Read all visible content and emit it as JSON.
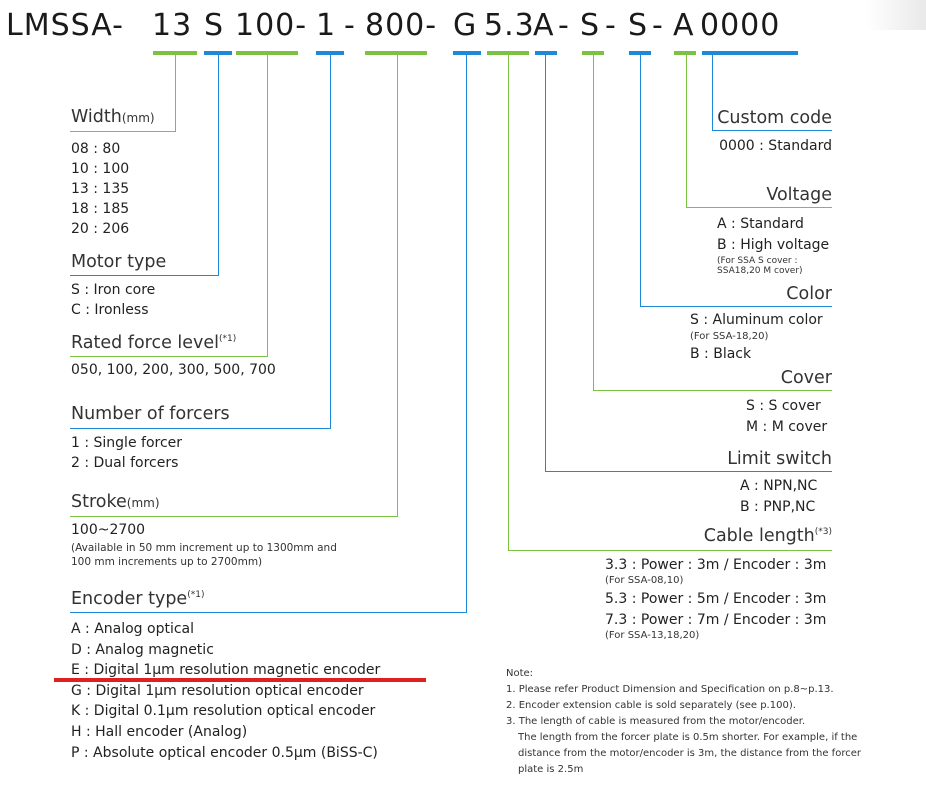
{
  "code_parts": [
    "LMSSA-",
    "13",
    "S",
    "100-",
    "1",
    "-",
    "800-",
    "G",
    "5.3",
    "A",
    "-",
    "S",
    "-",
    "S",
    "-",
    "A",
    "0000"
  ],
  "sections": {
    "width": {
      "title": "Width",
      "unit": "(mm)",
      "items": [
        "08 : 80",
        "10 : 100",
        "13 : 135",
        "18 : 185",
        "20 : 206"
      ]
    },
    "motor_type": {
      "title": "Motor type",
      "items": [
        "S : Iron core",
        "C : Ironless"
      ]
    },
    "rated_force": {
      "title": "Rated force level",
      "sup": "(*1)",
      "items": [
        "050, 100, 200, 300, 500, 700"
      ]
    },
    "forcers": {
      "title": "Number of forcers",
      "items": [
        "1 : Single forcer",
        "2 : Dual forcers"
      ]
    },
    "stroke": {
      "title": "Stroke",
      "unit": "(mm)",
      "value": "100~2700",
      "note1": "(Available in 50 mm increment up to 1300mm and",
      "note2": "100 mm increments up to 2700mm)"
    },
    "encoder": {
      "title": "Encoder type",
      "sup": "(*1)",
      "items": [
        "A : Analog optical",
        "D : Analog magnetic",
        "E : Digital 1μm resolution magnetic encoder",
        "G : Digital 1μm resolution optical encoder",
        "K : Digital 0.1μm resolution optical encoder",
        "H : Hall encoder (Analog)",
        "P : Absolute optical encoder 0.5μm (BiSS-C)"
      ]
    },
    "custom": {
      "title": "Custom code",
      "items": [
        "0000 : Standard"
      ]
    },
    "voltage": {
      "title": "Voltage",
      "items": [
        "A : Standard",
        "B : High voltage"
      ],
      "sub1": "(For SSA S cover :",
      "sub2": "SSA18,20  M cover)"
    },
    "color": {
      "title": "Color",
      "items": [
        "S : Aluminum color",
        "B : Black"
      ],
      "sub1": "(For SSA-18,20)"
    },
    "cover": {
      "title": "Cover",
      "items": [
        "S : S cover",
        "M : M cover"
      ]
    },
    "limit": {
      "title": "Limit switch",
      "items": [
        "A : NPN,NC",
        "B : PNP,NC"
      ]
    },
    "cable": {
      "title": "Cable length",
      "sup": "(*3)",
      "items": [
        "3.3 : Power : 3m / Encoder : 3m",
        "5.3 : Power : 5m / Encoder : 3m",
        "7.3 : Power : 7m / Encoder : 3m"
      ],
      "sub1": "(For SSA-08,10)",
      "sub2": "(For SSA-13,18,20)"
    }
  },
  "notes": {
    "heading": "Note:",
    "lines": [
      "1. Please refer Product Dimension and Specification on p.8~p.13.",
      "2. Encoder extension cable is sold separately (see p.100).",
      "3. The length of cable is measured from the motor/encoder.",
      "The length from the forcer plate is 0.5m shorter. For example, if the",
      "distance from the motor/encoder is 3m, the distance from the forcer",
      "plate is 2.5m"
    ]
  },
  "colors": {
    "green": "#7cc242",
    "blue": "#1e88d9",
    "highlight": "#e02020"
  }
}
